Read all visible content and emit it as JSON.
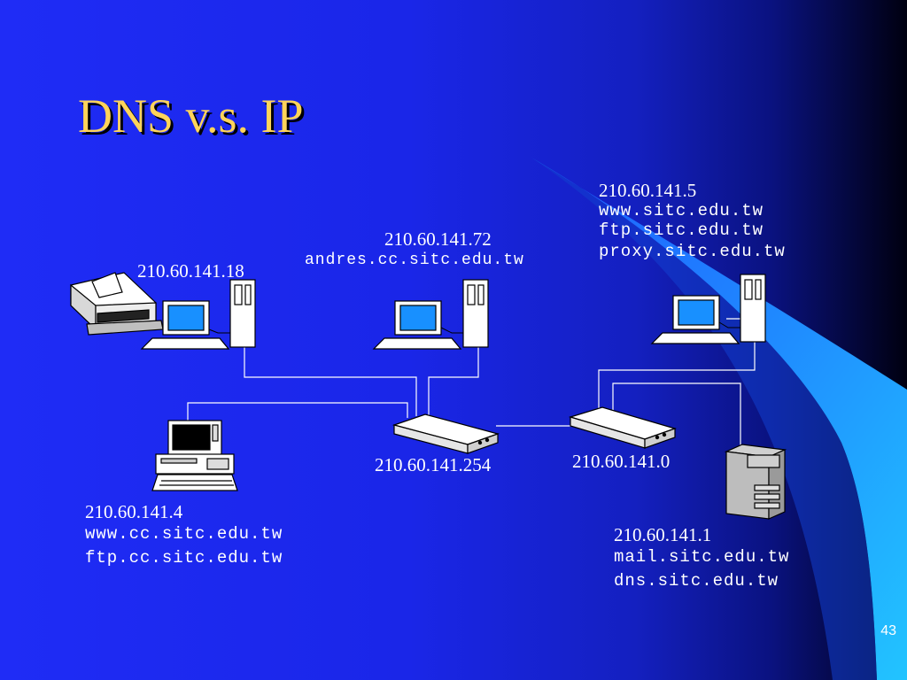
{
  "slide": {
    "title": "DNS v.s. IP",
    "page_number": "43"
  },
  "nodes": {
    "host18": {
      "ip": "210.60.141.18"
    },
    "host72": {
      "ip": "210.60.141.72",
      "names": [
        "andres.cc.sitc.edu.tw"
      ]
    },
    "host5": {
      "ip": "210.60.141.5",
      "names": [
        "www.sitc.edu.tw",
        "ftp.sitc.edu.tw",
        "proxy.sitc.edu.tw"
      ]
    },
    "host4": {
      "ip": "210.60.141.4",
      "names": [
        "www.cc.sitc.edu.tw",
        "ftp.cc.sitc.edu.tw"
      ]
    },
    "host1": {
      "ip": "210.60.141.1",
      "names": [
        "mail.sitc.edu.tw",
        "dns.sitc.edu.tw"
      ]
    },
    "hub254": {
      "ip": "210.60.141.254"
    },
    "router0": {
      "ip": "210.60.141.0"
    }
  },
  "colors": {
    "title": "#ffd45a",
    "label": "#ffffff",
    "wave": "#29a3ff",
    "wire": "#ffffff"
  }
}
